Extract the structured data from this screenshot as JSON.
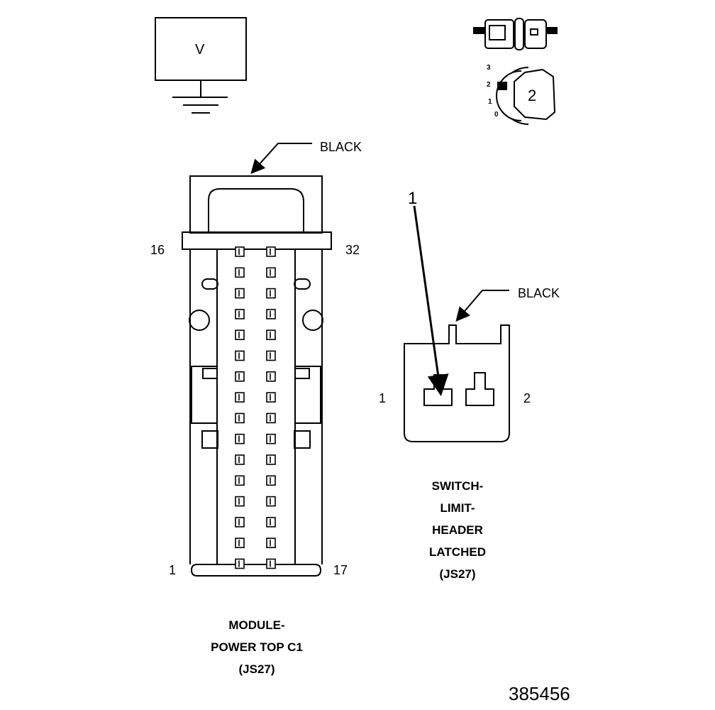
{
  "meter": {
    "symbol": "V"
  },
  "ignition": {
    "positions": [
      "3",
      "2",
      "1",
      "0"
    ],
    "key_number": "2"
  },
  "c1": {
    "color_label": "BLACK",
    "pins": {
      "top_left": "16",
      "top_right": "32",
      "bottom_left": "1",
      "bottom_right": "17"
    },
    "caption": [
      "MODULE-",
      "POWER TOP C1",
      "(JS27)"
    ]
  },
  "switch": {
    "callout": "1",
    "color_label": "BLACK",
    "pins": {
      "left": "1",
      "right": "2"
    },
    "caption": [
      "SWITCH-",
      "LIMIT-",
      "HEADER",
      "LATCHED",
      "(JS27)"
    ]
  },
  "figure_number": "385456"
}
